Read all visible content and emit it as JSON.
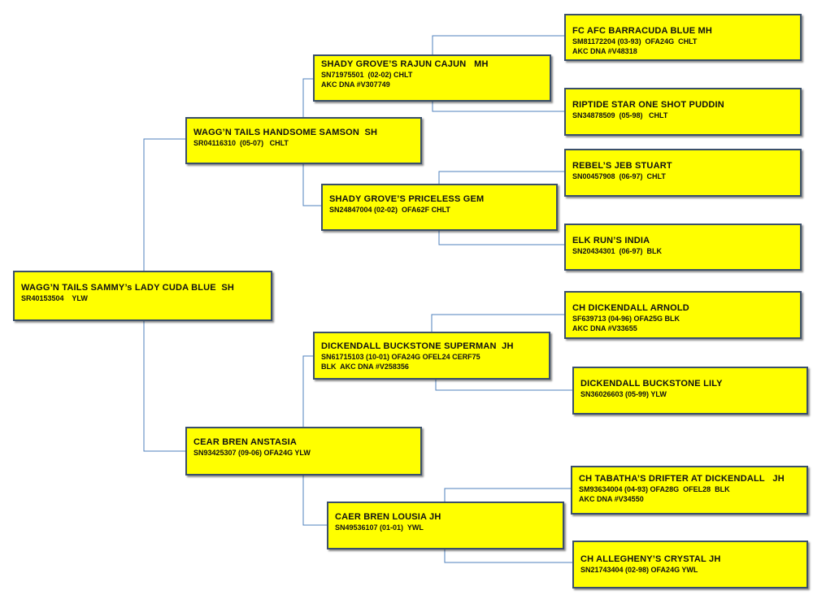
{
  "theme": {
    "box_fill": "#ffff00",
    "box_border": "#3a4f6a",
    "connector": "#4f81bd"
  },
  "pedigree": {
    "subject": {
      "name": "WAGG’N TAILS SAMMY’s LADY CUDA BLUE  SH",
      "lines": [
        "SR40153504    YLW"
      ]
    },
    "sire": {
      "name": "WAGG’N TAILS HANDSOME SAMSON  SH",
      "lines": [
        "SR04116310  (05-07)   CHLT"
      ]
    },
    "dam": {
      "name": "CEAR BREN ANSTASIA",
      "lines": [
        "SN93425307 (09-06) OFA24G YLW"
      ]
    },
    "sire_sire": {
      "name": "SHADY GROVE’S RAJUN CAJUN   MH",
      "lines": [
        "SN71975501  (02-02) CHLT",
        "AKC DNA #V307749"
      ]
    },
    "sire_dam": {
      "name": "SHADY GROVE’S PRICELESS GEM",
      "lines": [
        "SN24847004 (02-02)  OFA62F CHLT"
      ]
    },
    "dam_sire": {
      "name": "DICKENDALL BUCKSTONE SUPERMAN  JH",
      "lines": [
        "SN61715103 (10-01) OFA24G OFEL24 CERF75",
        "BLK  AKC DNA #V258356"
      ]
    },
    "dam_dam": {
      "name": "CAER BREN LOUSIA JH",
      "lines": [
        "SN49536107 (01-01)  YWL"
      ]
    },
    "ss_sire": {
      "name": "FC AFC BARRACUDA BLUE MH",
      "lines": [
        "SM81172204 (03-93)  OFA24G  CHLT",
        "AKC DNA #V48318"
      ]
    },
    "ss_dam": {
      "name": "RIPTIDE STAR ONE SHOT PUDDIN",
      "lines": [
        "SN34878509  (05-98)   CHLT"
      ]
    },
    "sd_sire": {
      "name": "REBEL’S JEB STUART",
      "lines": [
        "SN00457908  (06-97)  CHLT"
      ]
    },
    "sd_dam": {
      "name": "ELK RUN’S INDIA",
      "lines": [
        "SN20434301  (06-97)  BLK"
      ]
    },
    "ds_sire": {
      "name": "CH DICKENDALL ARNOLD",
      "lines": [
        "SF639713 (04-96) OFA25G BLK",
        "AKC DNA #V33655"
      ]
    },
    "ds_dam": {
      "name": "DICKENDALL BUCKSTONE LILY",
      "lines": [
        "SN36026603 (05-99) YLW"
      ]
    },
    "dd_sire": {
      "name": "CH TABATHA’S DRIFTER AT DICKENDALL   JH",
      "lines": [
        "SM93634004 (04-93) OFA28G  OFEL28  BLK",
        "AKC DNA #V34550"
      ]
    },
    "dd_dam": {
      "name": "CH ALLEGHENY’S CRYSTAL JH",
      "lines": [
        "SN21743404 (02-98) OFA24G YWL"
      ]
    }
  }
}
